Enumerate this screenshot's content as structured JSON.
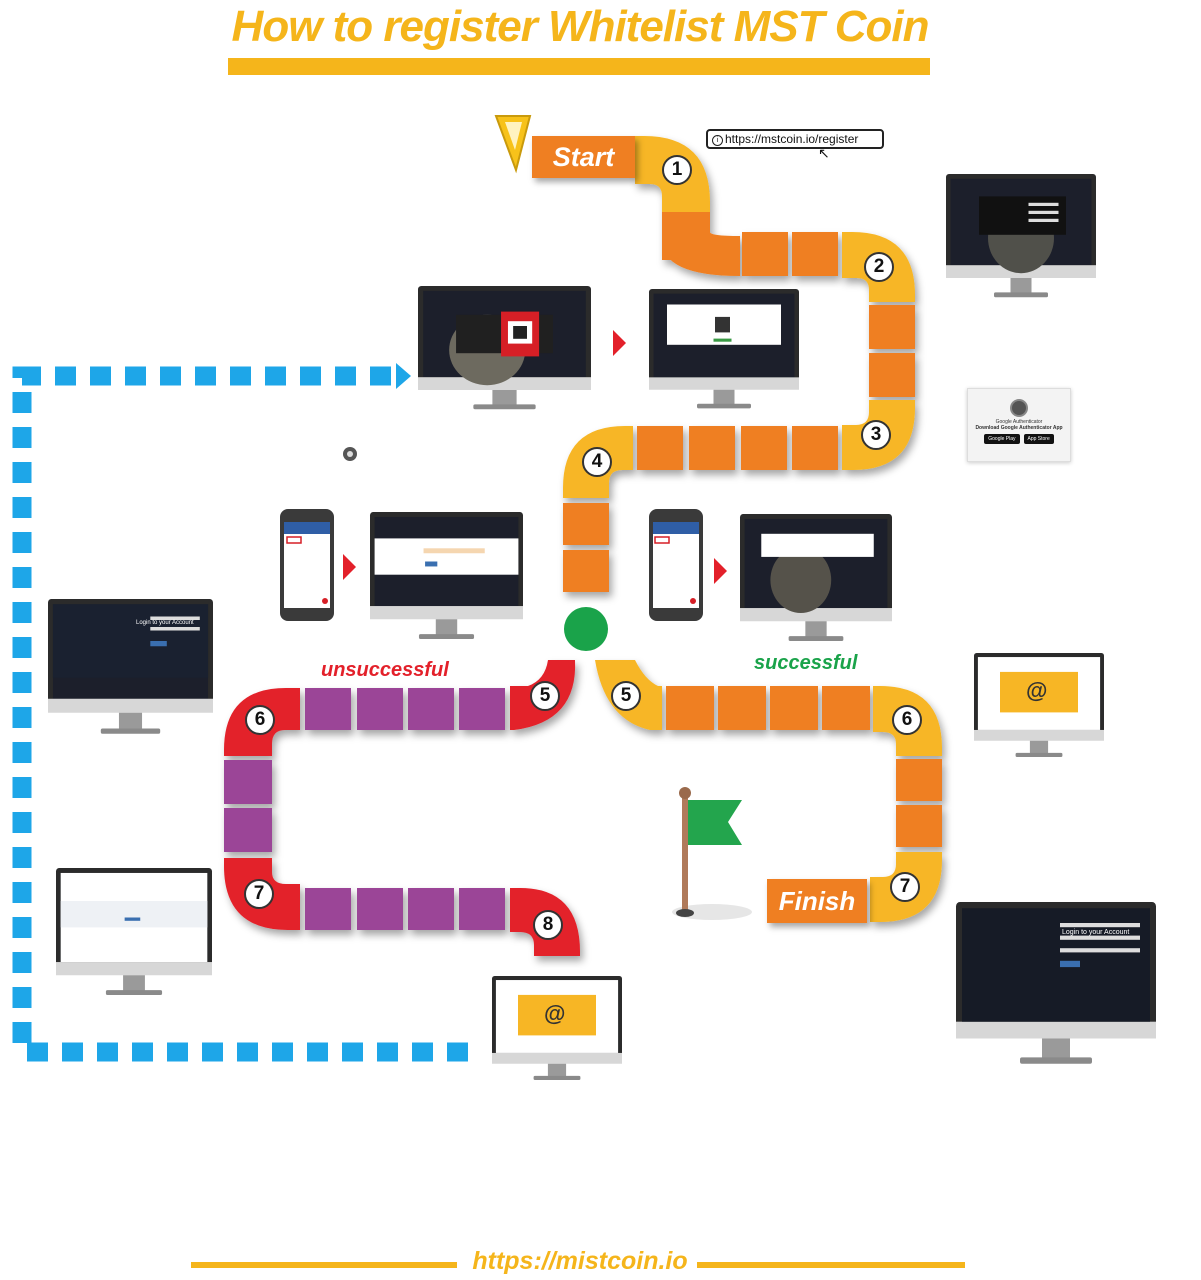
{
  "header": {
    "title": "How to register Whitelist MST Coin"
  },
  "browser_bar": {
    "url": "https://mstcoin.io/register"
  },
  "path": {
    "start_label": "Start",
    "finish_label": "Finish",
    "main_steps": [
      "1",
      "2",
      "3",
      "4"
    ],
    "success_steps": [
      "5",
      "6",
      "7"
    ],
    "fail_steps": [
      "5",
      "6",
      "7",
      "8"
    ],
    "branch_unsuccessful": "unsuccessful",
    "branch_successful": "successful"
  },
  "screens": {
    "login_heading": "Login to your Account",
    "email_symbol": "@"
  },
  "google_auth": {
    "app_name": "Google Authenticator",
    "download_text": "Download Google Authenticator App",
    "google_play": "Google Play",
    "app_store": "App Store"
  },
  "footer": {
    "url": "https://mistcoin.io"
  },
  "colors": {
    "title_yellow": "#f5b51b",
    "path_orange": "#ef7f22",
    "path_yellow": "#f7b625",
    "fail_red": "#e3202a",
    "fail_purple": "#9b4597",
    "dashed_blue": "#1ea6e8",
    "green": "#1aa34a"
  }
}
